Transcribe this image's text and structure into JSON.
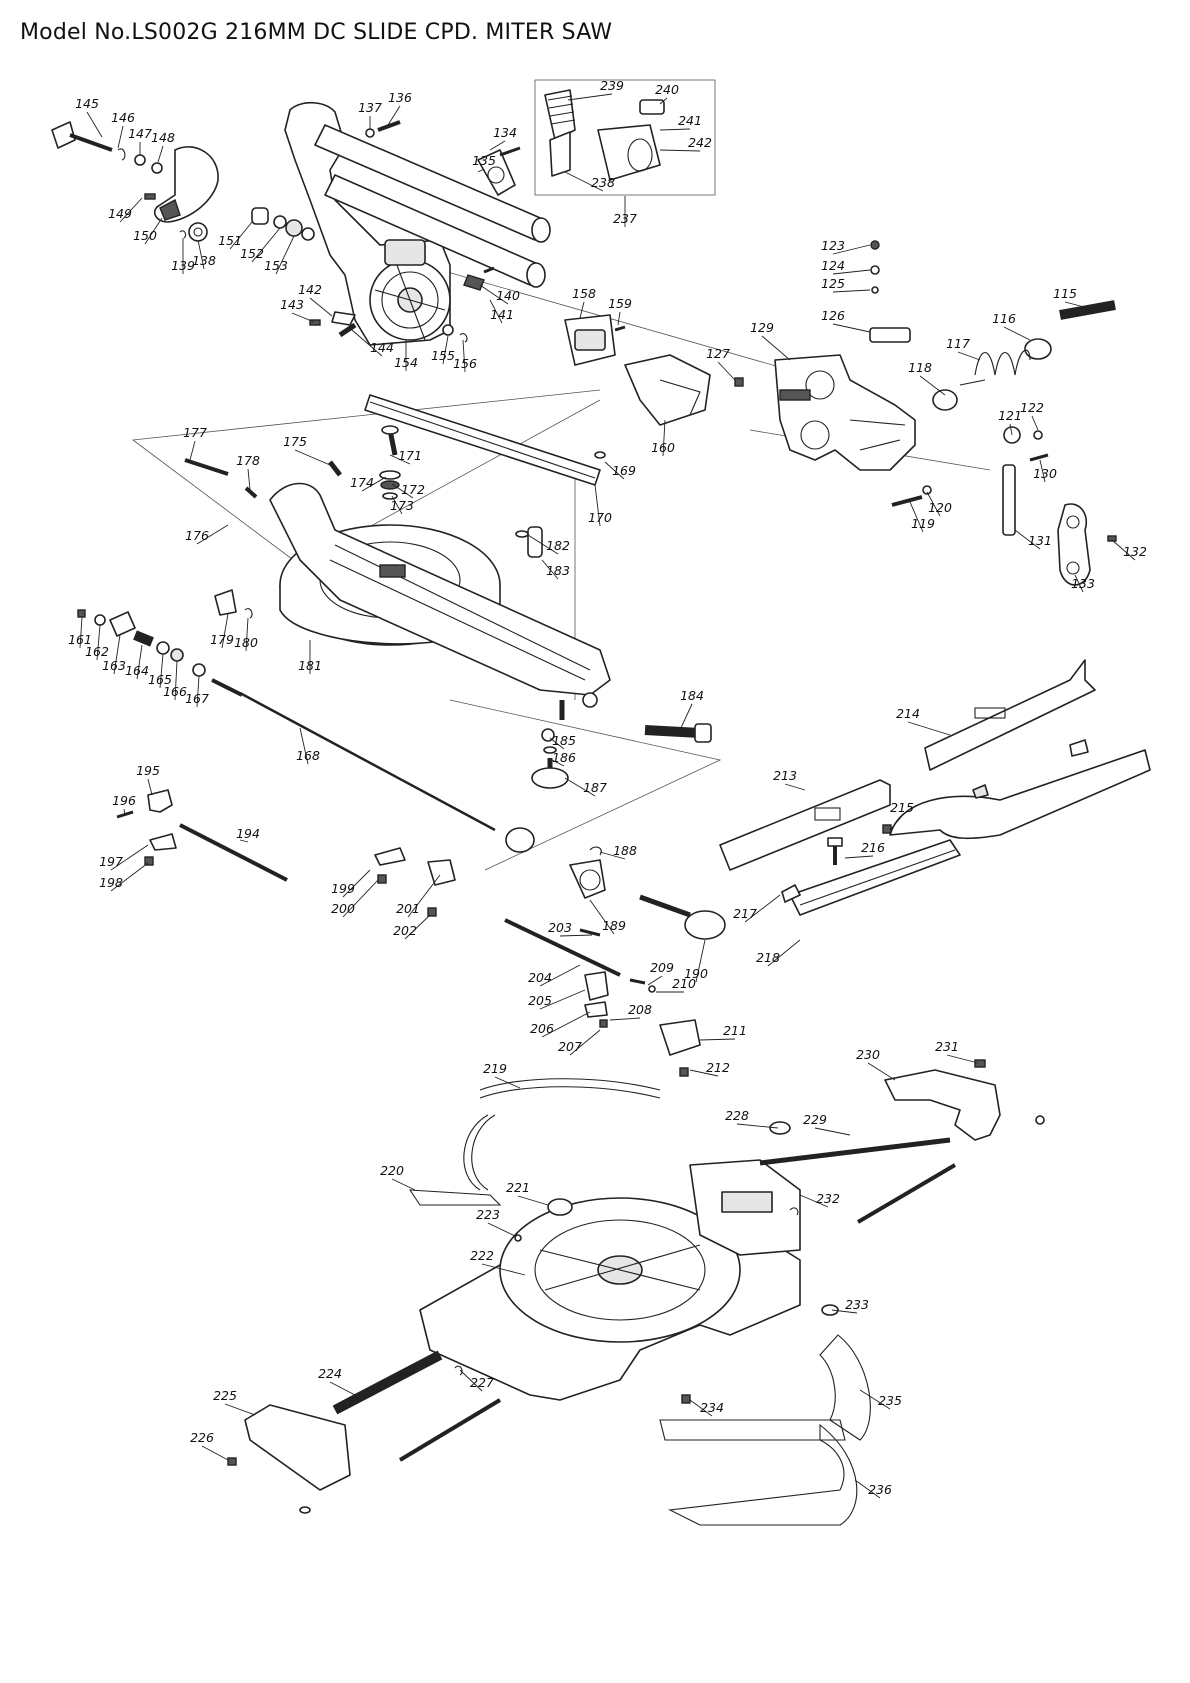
{
  "title": "Model No.LS002G 216MM DC SLIDE CPD. MITER SAW",
  "part_labels": [
    {
      "n": "145"
    },
    {
      "n": "146"
    },
    {
      "n": "147"
    },
    {
      "n": "148"
    },
    {
      "n": "149"
    },
    {
      "n": "150"
    },
    {
      "n": "139"
    },
    {
      "n": "138"
    },
    {
      "n": "151"
    },
    {
      "n": "152"
    },
    {
      "n": "153"
    },
    {
      "n": "137"
    },
    {
      "n": "136"
    },
    {
      "n": "134"
    },
    {
      "n": "135"
    },
    {
      "n": "140"
    },
    {
      "n": "141"
    },
    {
      "n": "142"
    },
    {
      "n": "143"
    },
    {
      "n": "144"
    },
    {
      "n": "154"
    },
    {
      "n": "155"
    },
    {
      "n": "156"
    },
    {
      "n": "239"
    },
    {
      "n": "240"
    },
    {
      "n": "241"
    },
    {
      "n": "242"
    },
    {
      "n": "238"
    },
    {
      "n": "237"
    },
    {
      "n": "158"
    },
    {
      "n": "159"
    },
    {
      "n": "160"
    },
    {
      "n": "123"
    },
    {
      "n": "124"
    },
    {
      "n": "125"
    },
    {
      "n": "126"
    },
    {
      "n": "127"
    },
    {
      "n": "129"
    },
    {
      "n": "115"
    },
    {
      "n": "116"
    },
    {
      "n": "117"
    },
    {
      "n": "118"
    },
    {
      "n": "121"
    },
    {
      "n": "122"
    },
    {
      "n": "130"
    },
    {
      "n": "120"
    },
    {
      "n": "119"
    },
    {
      "n": "131"
    },
    {
      "n": "132"
    },
    {
      "n": "133"
    },
    {
      "n": "177"
    },
    {
      "n": "175"
    },
    {
      "n": "178"
    },
    {
      "n": "171"
    },
    {
      "n": "172"
    },
    {
      "n": "174"
    },
    {
      "n": "173"
    },
    {
      "n": "169"
    },
    {
      "n": "170"
    },
    {
      "n": "176"
    },
    {
      "n": "182"
    },
    {
      "n": "183"
    },
    {
      "n": "161"
    },
    {
      "n": "162"
    },
    {
      "n": "163"
    },
    {
      "n": "164"
    },
    {
      "n": "165"
    },
    {
      "n": "166"
    },
    {
      "n": "167"
    },
    {
      "n": "179"
    },
    {
      "n": "180"
    },
    {
      "n": "181"
    },
    {
      "n": "184"
    },
    {
      "n": "185"
    },
    {
      "n": "186"
    },
    {
      "n": "187"
    },
    {
      "n": "168"
    },
    {
      "n": "195"
    },
    {
      "n": "196"
    },
    {
      "n": "194"
    },
    {
      "n": "197"
    },
    {
      "n": "198"
    },
    {
      "n": "199"
    },
    {
      "n": "200"
    },
    {
      "n": "201"
    },
    {
      "n": "202"
    },
    {
      "n": "188"
    },
    {
      "n": "189"
    },
    {
      "n": "190"
    },
    {
      "n": "203"
    },
    {
      "n": "204"
    },
    {
      "n": "205"
    },
    {
      "n": "209"
    },
    {
      "n": "210"
    },
    {
      "n": "208"
    },
    {
      "n": "206"
    },
    {
      "n": "207"
    },
    {
      "n": "211"
    },
    {
      "n": "212"
    },
    {
      "n": "214"
    },
    {
      "n": "213"
    },
    {
      "n": "215"
    },
    {
      "n": "216"
    },
    {
      "n": "217"
    },
    {
      "n": "218"
    },
    {
      "n": "219"
    },
    {
      "n": "230"
    },
    {
      "n": "231"
    },
    {
      "n": "228"
    },
    {
      "n": "229"
    },
    {
      "n": "232"
    },
    {
      "n": "220"
    },
    {
      "n": "221"
    },
    {
      "n": "223"
    },
    {
      "n": "222"
    },
    {
      "n": "233"
    },
    {
      "n": "224"
    },
    {
      "n": "227"
    },
    {
      "n": "225"
    },
    {
      "n": "226"
    },
    {
      "n": "234"
    },
    {
      "n": "235"
    },
    {
      "n": "236"
    }
  ]
}
